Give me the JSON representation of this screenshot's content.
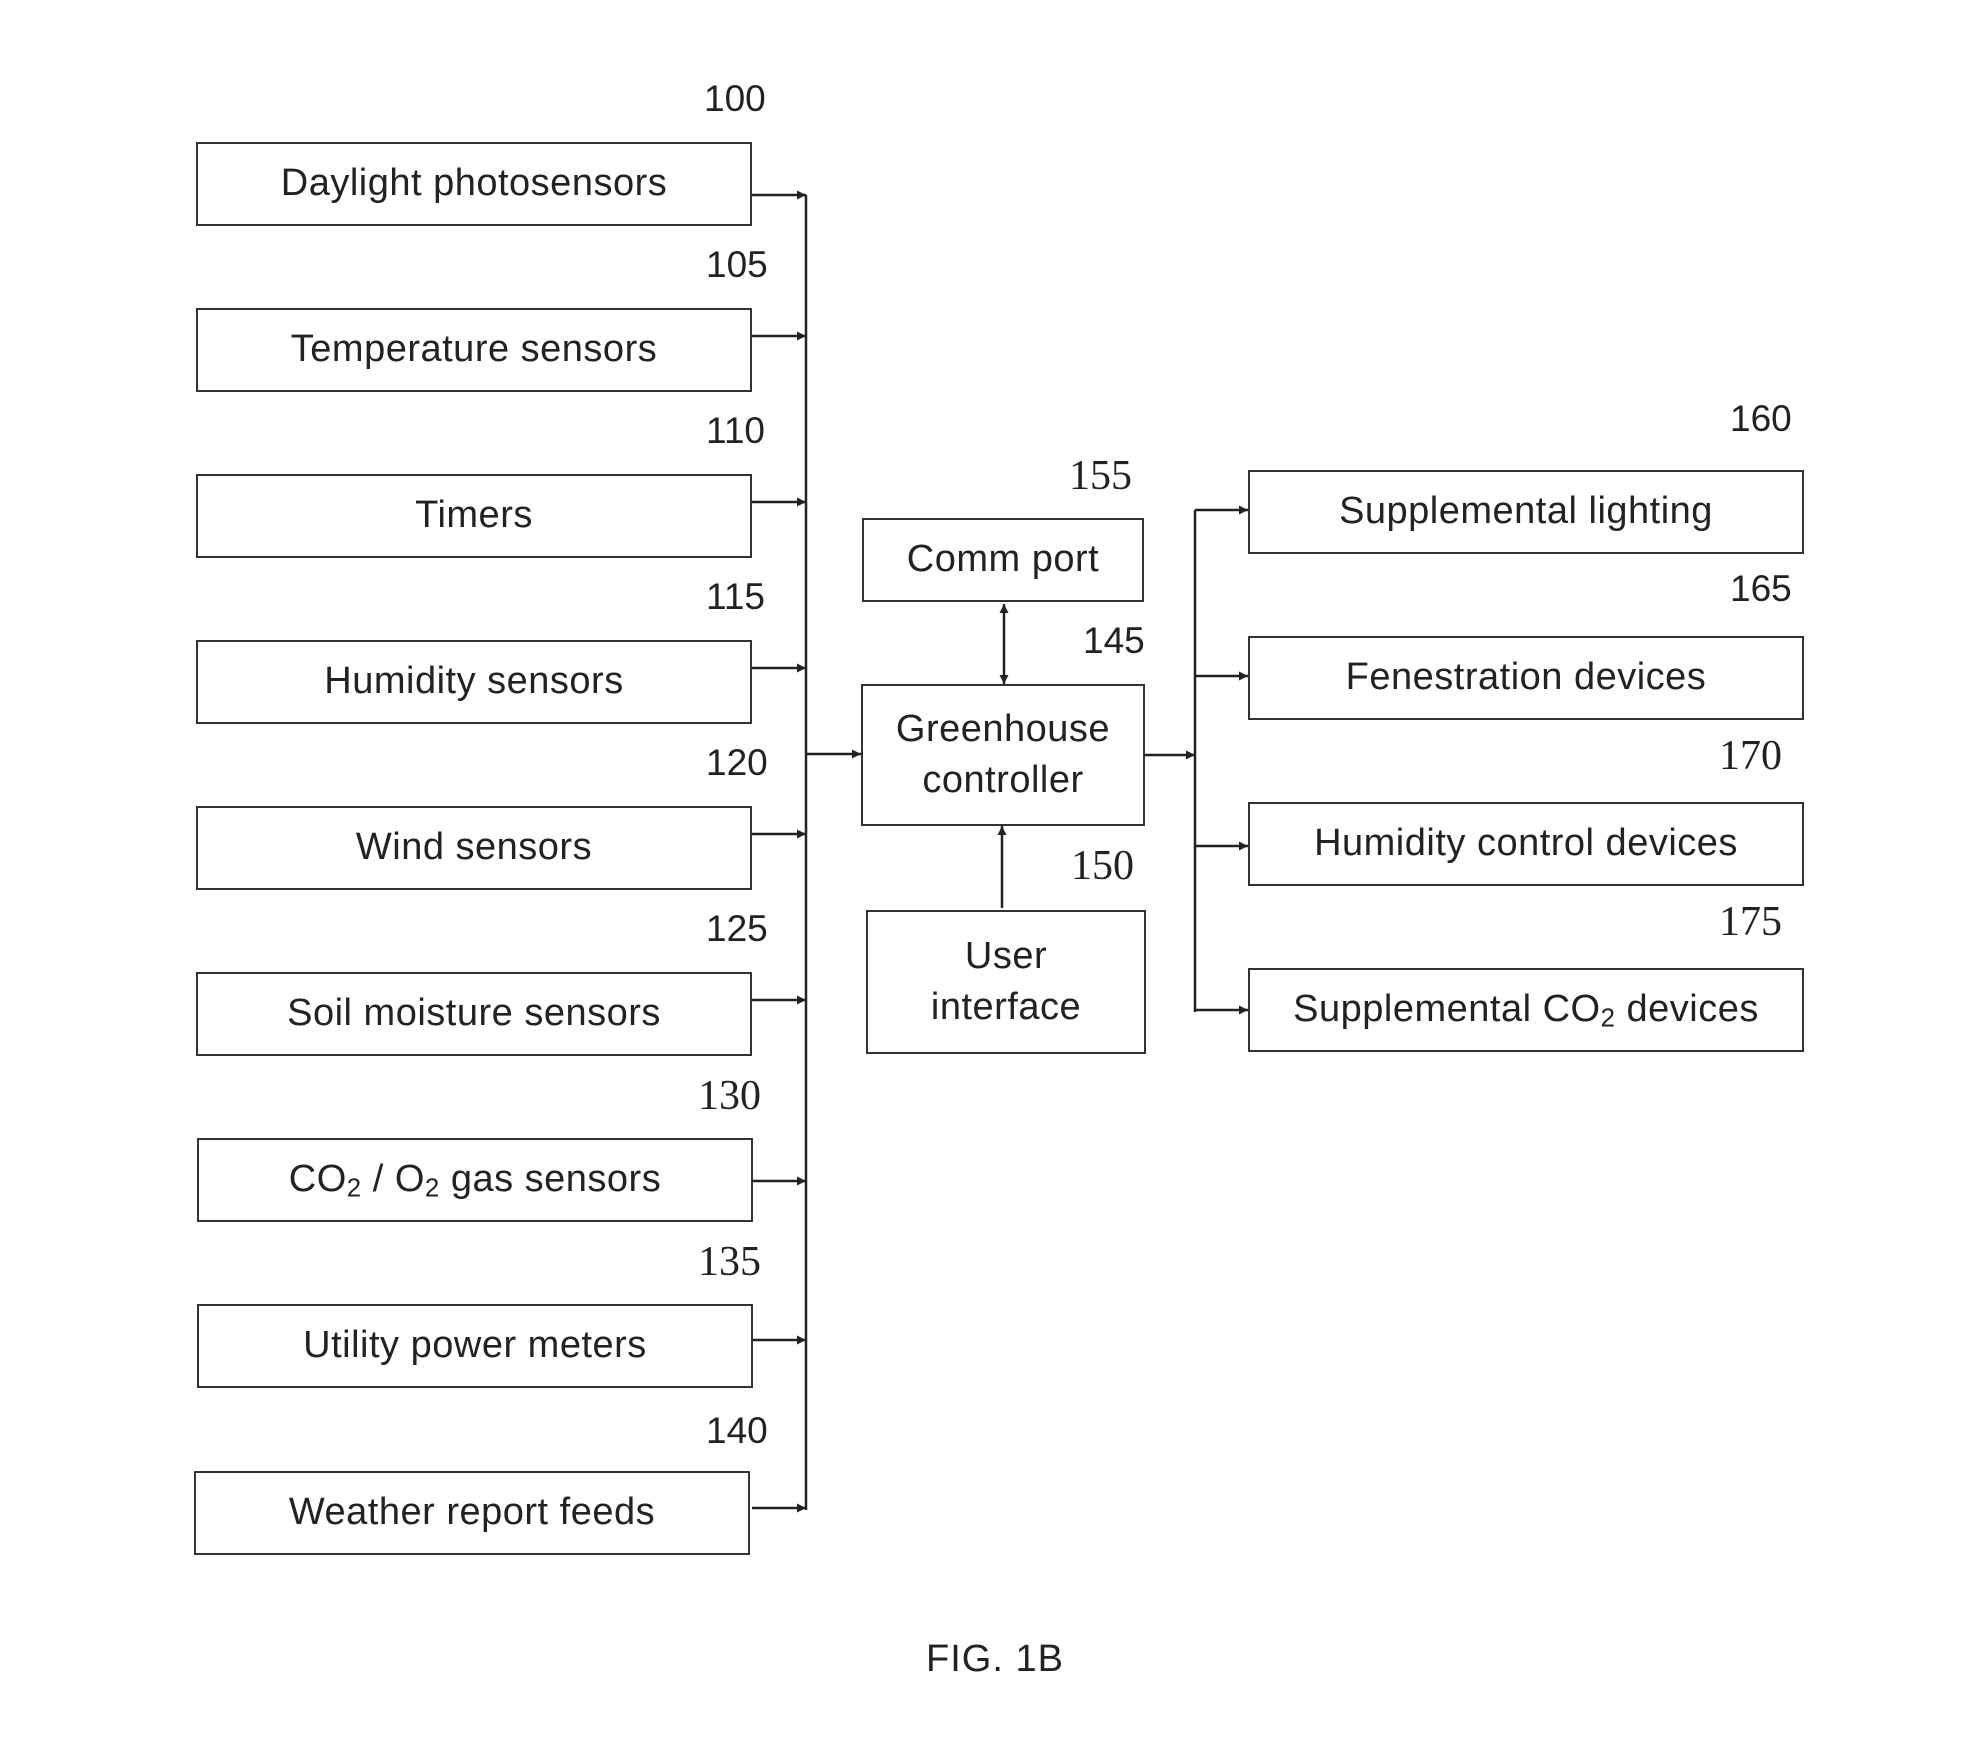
{
  "inputs": [
    {
      "ref": "100",
      "label": "Daylight photosensors"
    },
    {
      "ref": "105",
      "label": "Temperature sensors"
    },
    {
      "ref": "110",
      "label": "Timers"
    },
    {
      "ref": "115",
      "label": "Humidity sensors"
    },
    {
      "ref": "120",
      "label": "Wind sensors"
    },
    {
      "ref": "125",
      "label": "Soil moisture sensors"
    },
    {
      "ref": "130",
      "label_a": "CO",
      "sub_a": "2",
      "label_b": " / O",
      "sub_b": "2",
      "label_c": " gas sensors"
    },
    {
      "ref": "135",
      "label": "Utility power meters"
    },
    {
      "ref": "140",
      "label": "Weather report feeds"
    }
  ],
  "center": {
    "comm_port": {
      "ref": "155",
      "label": "Comm port"
    },
    "controller": {
      "ref": "145",
      "line1": "Greenhouse",
      "line2": "controller"
    },
    "user_interface": {
      "ref": "150",
      "line1": "User",
      "line2": "interface"
    }
  },
  "outputs": [
    {
      "ref": "160",
      "label": "Supplemental lighting"
    },
    {
      "ref": "165",
      "label": "Fenestration devices"
    },
    {
      "ref": "170",
      "label": "Humidity control devices"
    },
    {
      "ref": "175",
      "label_a": "Supplemental CO",
      "sub_a": "2",
      "label_b": " devices"
    }
  ],
  "caption": "FIG. 1B"
}
